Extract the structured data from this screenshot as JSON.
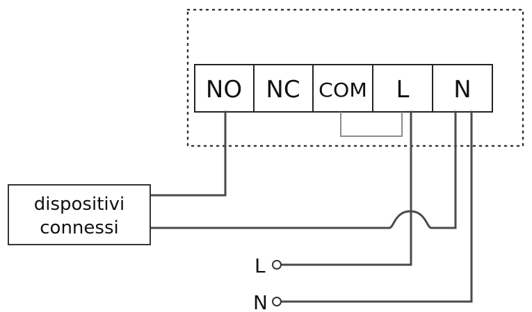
{
  "terminals": [
    "NO",
    "NC",
    "COM",
    "L",
    "N"
  ],
  "device": {
    "line1": "dispositivi",
    "line2": "connessi"
  },
  "supply": {
    "line": "L",
    "neutral": "N"
  }
}
